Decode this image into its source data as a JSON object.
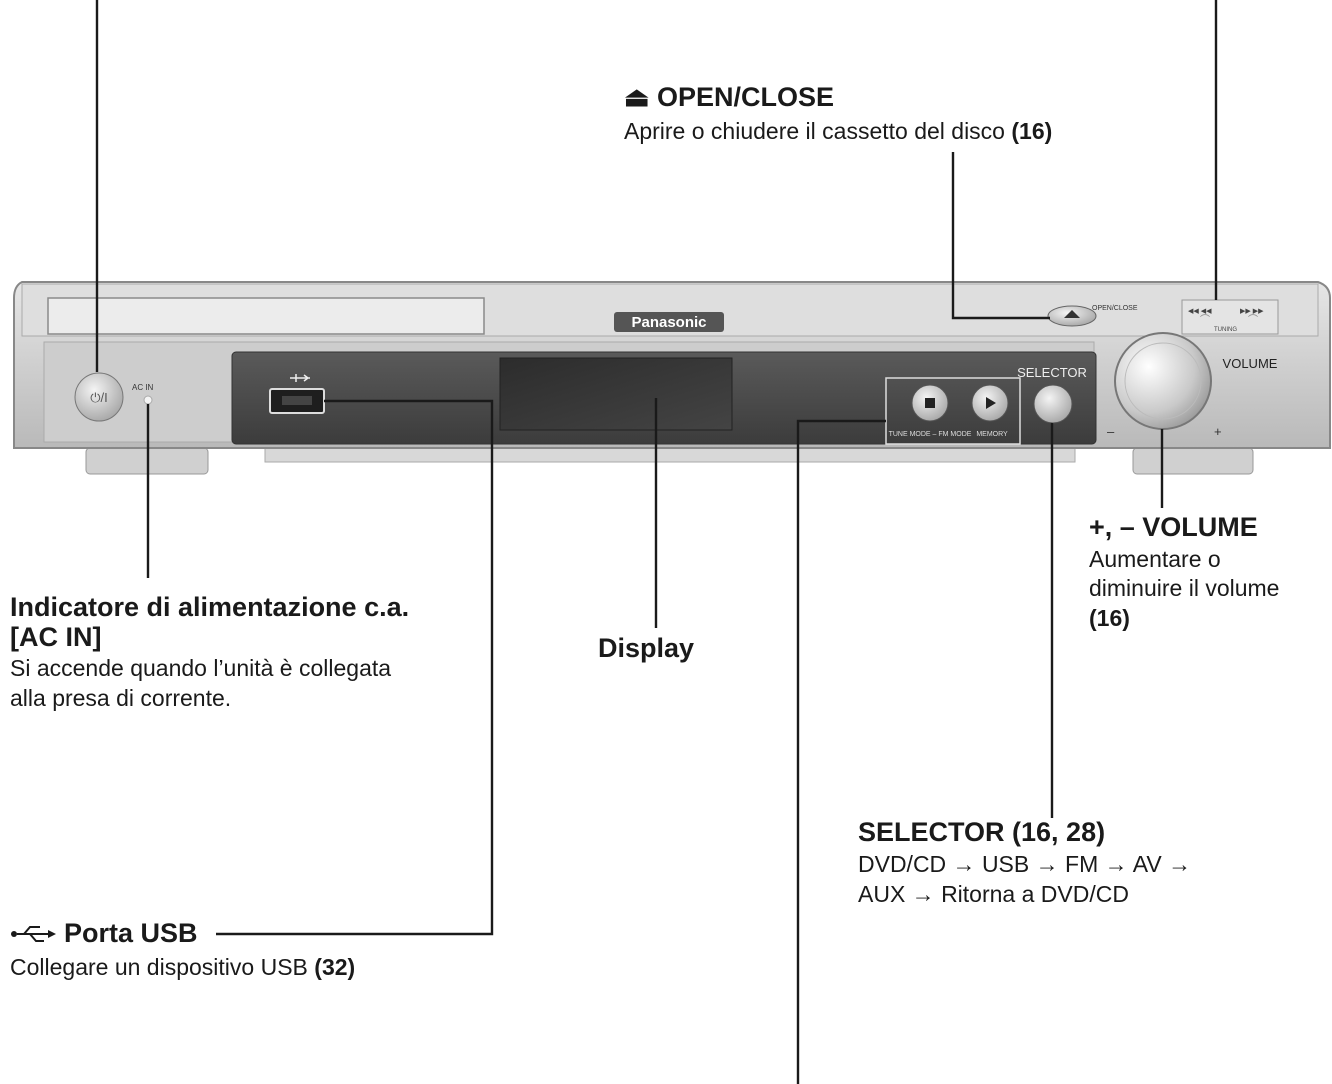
{
  "brand": "Panasonic",
  "device": {
    "power_button_label": "⏻/I",
    "ac_in_label": "AC IN",
    "open_close_label": "OPEN/CLOSE",
    "selector_label": "SELECTOR",
    "volume_label": "VOLUME",
    "volume_minus": "–",
    "volume_plus": "+",
    "stop_button_label": "TUNE MODE – FM MODE",
    "play_button_label": "MEMORY",
    "tuning_label": "TUNING"
  },
  "callouts": {
    "open_close": {
      "title": "⏏ OPEN/CLOSE",
      "desc": "Aprire o chiudere il cassetto del disco",
      "ref": "(16)"
    },
    "ac_in": {
      "title_line1": "Indicatore di alimentazione c.a.",
      "title_line2": "[AC IN]",
      "desc_line1": "Si accende quando l’unità è collegata",
      "desc_line2": "alla presa di corrente."
    },
    "display": {
      "title": "Display"
    },
    "volume": {
      "title": "+, – VOLUME",
      "desc_line1": "Aumentare o",
      "desc_line2": "diminuire il volume",
      "ref": "(16)"
    },
    "selector": {
      "title": "SELECTOR (16, 28)",
      "desc_line1": "DVD/CD → USB → FM → AV →",
      "desc_line2": "AUX → Ritorna a DVD/CD"
    },
    "usb": {
      "icon": "usb-icon",
      "title": "Porta USB",
      "desc": "Collegare un dispositivo USB",
      "ref": "(32)"
    }
  }
}
